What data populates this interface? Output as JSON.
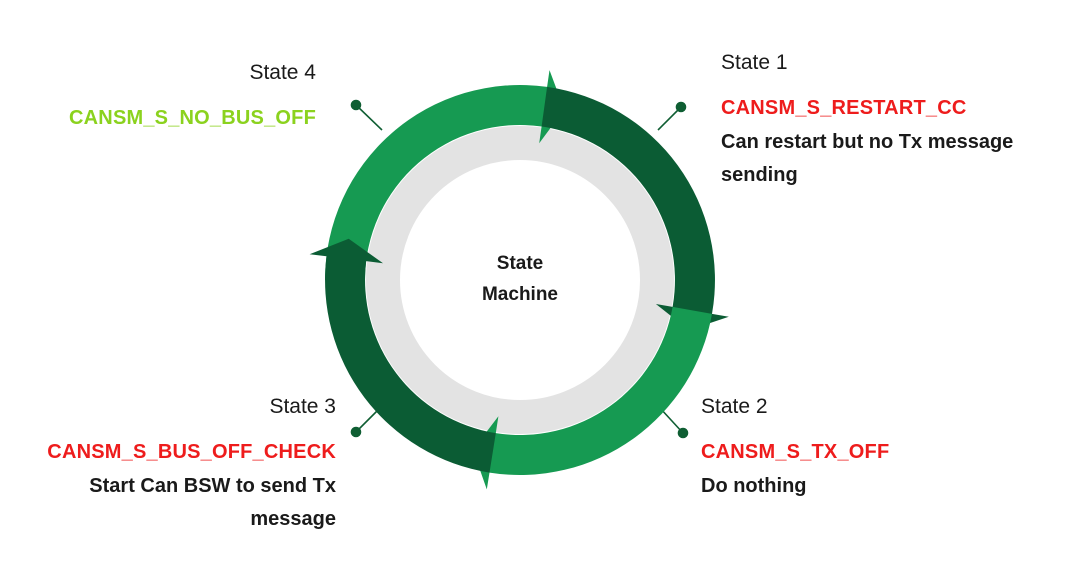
{
  "center": {
    "line1": "State",
    "line2": "Machine"
  },
  "colors": {
    "light_green": "#169a52",
    "dark_green": "#0b5c34",
    "ring_gray": "#e3e3e3",
    "code_red": "#ee1c1c",
    "code_lime": "#8bd21e",
    "connector": "#0f5e33"
  },
  "states": [
    {
      "id": "state1",
      "title": "State 1",
      "code": "CANSM_S_RESTART_CC",
      "code_color": "#ee1c1c",
      "desc_line1": "Can restart but no Tx message",
      "desc_line2": "sending"
    },
    {
      "id": "state2",
      "title": "State 2",
      "code": "CANSM_S_TX_OFF",
      "code_color": "#ee1c1c",
      "desc_line1": "Do nothing",
      "desc_line2": ""
    },
    {
      "id": "state3",
      "title": "State 3",
      "code": "CANSM_S_BUS_OFF_CHECK",
      "code_color": "#ee1c1c",
      "desc_line1": "Start Can BSW to send Tx",
      "desc_line2": "message"
    },
    {
      "id": "state4",
      "title": "State 4",
      "code": "CANSM_S_NO_BUS_OFF",
      "code_color": "#8bd21e",
      "desc_line1": "",
      "desc_line2": ""
    }
  ]
}
